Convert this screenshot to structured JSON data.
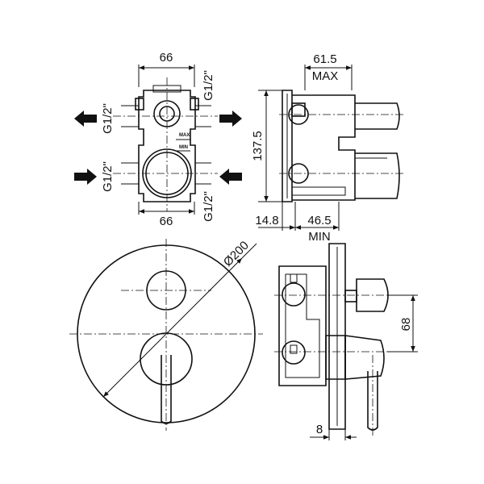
{
  "top_view": {
    "width_top": "66",
    "width_bottom": "66",
    "thread_left_top": "G1/2\"",
    "thread_left_bottom": "G1/2\"",
    "thread_right_top": "G1/2\"",
    "thread_right_bottom": "G1/2\"",
    "label_max": "MAX",
    "label_min": "MIN"
  },
  "side_view": {
    "depth_max_value": "61.5",
    "depth_max_label": "MAX",
    "height": "137.5",
    "offset": "14.8",
    "depth_min_value": "46.5",
    "depth_min_label": "MIN"
  },
  "front_view": {
    "diameter": "Ø200"
  },
  "section_view": {
    "spacing": "68",
    "plate_thickness": "8"
  }
}
